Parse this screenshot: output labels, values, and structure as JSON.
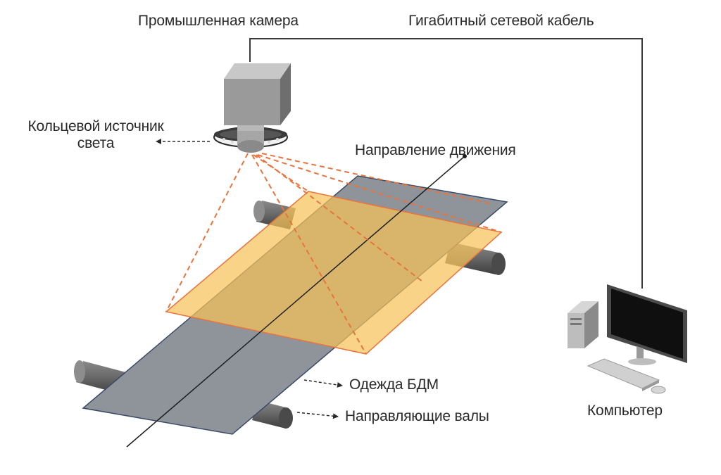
{
  "labels": {
    "camera": "Промышленная камера",
    "cable": "Гигабитный сетевой кабель",
    "light_line1": "Кольцевой источник",
    "light_line2": "света",
    "direction": "Направление движения",
    "cloth": "Одежда БДМ",
    "rollers": "Направляющие валы",
    "computer": "Компьютер"
  },
  "colors": {
    "cloth": "#8f949b",
    "field_of_view": "#f5c25a",
    "dashed_rays": "#e8743c",
    "rollers": "#6d6d6d",
    "camera": "#9a9a9a",
    "cable": "#3a3a3a"
  }
}
